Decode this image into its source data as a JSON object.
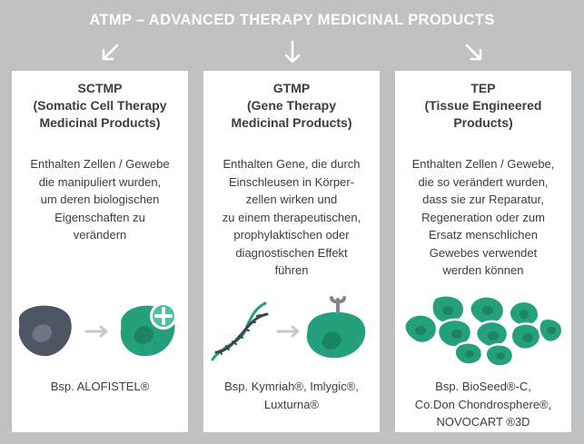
{
  "title": "ATMP – ADVANCED THERAPY MEDICINAL PRODUCTS",
  "colors": {
    "background": "#bfc1c3",
    "panel": "#ffffff",
    "text": "#3a3d42",
    "accent_green": "#24a07d",
    "dark_cell": "#4e5663",
    "arrow_gray": "#c5c8cb"
  },
  "panels": [
    {
      "heading": [
        "SCTMP",
        "(Somatic Cell Therapy",
        "Medicinal Products)"
      ],
      "description": [
        "Enthalten Zellen / Gewebe",
        "die manipuliert wurden,",
        "um deren biologischen",
        "Eigenschaften zu",
        "verändern"
      ],
      "icons": [
        "manipulated-cell-icon",
        "arrow-right-icon",
        "plus-badge-cell-icon"
      ],
      "example": [
        "Bsp. ALOFISTEL®"
      ]
    },
    {
      "heading": [
        "GTMP",
        "(Gene Therapy",
        "Medicinal Products)"
      ],
      "description": [
        "Enthalten Gene, die durch",
        "Einschleusen in Körper-",
        "zellen wirken und",
        "zu einem therapeutischen,",
        "prophylaktischen oder",
        "diagnostischen Effekt",
        "führen"
      ],
      "icons": [
        "dna-icon",
        "arrow-right-icon",
        "gene-receptor-cell-icon"
      ],
      "example": [
        "Bsp. Kymriah®, Imlygic®,",
        "Luxturna®"
      ]
    },
    {
      "heading": [
        "TEP",
        "(Tissue Engineered",
        "Products)"
      ],
      "description": [
        "Enthalten Zellen / Gewebe,",
        "die so verändert wurden,",
        "dass sie zur Reparatur,",
        "Regeneration oder zum",
        "Ersatz menschlichen",
        "Gewebes verwendet",
        "werden können"
      ],
      "icons": [
        "tissue-cluster-icon"
      ],
      "example": [
        "Bsp. BioSeed®-C,",
        "Co.Don Chondrosphere®,",
        "NOVOCART ®3D"
      ]
    }
  ]
}
